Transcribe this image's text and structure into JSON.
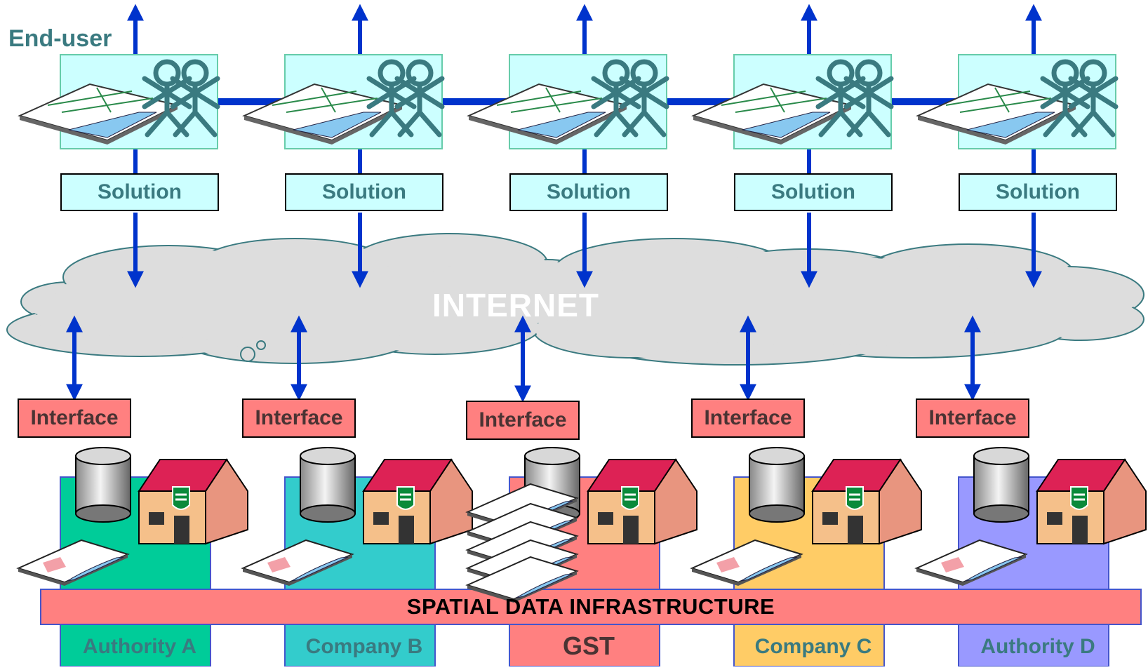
{
  "end_user_label": "End-user",
  "internet_label": "INTERNET",
  "infrastructure_label": "SPATIAL DATA INFRASTRUCTURE",
  "solutions": [
    "Solution",
    "Solution",
    "Solution",
    "Solution",
    "Solution"
  ],
  "interfaces": [
    "Interface",
    "Interface",
    "Interface",
    "Interface",
    "Interface"
  ],
  "organizations": [
    {
      "name": "Authority A",
      "color": "#00cc99",
      "text_color": "#3a7a80"
    },
    {
      "name": "Company B",
      "color": "#33cccc",
      "text_color": "#3a7a80"
    },
    {
      "name": "GST",
      "color": "#ff8080",
      "text_color": "#4a3333"
    },
    {
      "name": "Company C",
      "color": "#ffcc66",
      "text_color": "#3a7a80"
    },
    {
      "name": "Authority D",
      "color": "#9999ff",
      "text_color": "#3a7a80"
    }
  ],
  "colors": {
    "arrow": "#0033cc",
    "end_user_box": "#ccffff",
    "people": "#3a7a80",
    "cloud": "#dddddd",
    "sdi_bar": "#ff8080",
    "roof": "#dd2255",
    "wall": "#f5c08a"
  }
}
